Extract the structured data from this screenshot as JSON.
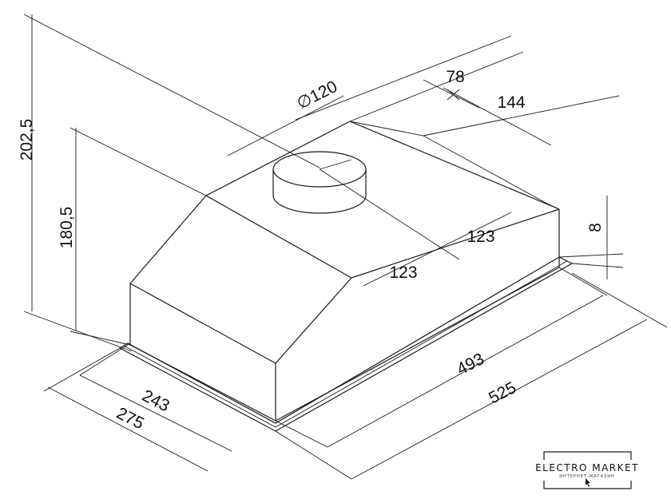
{
  "dimensions": {
    "total_height": "202,5",
    "body_height": "180,5",
    "duct_diameter": "∅120",
    "duct_offset": "78",
    "duct_to_back": "144",
    "inner_depth_a": "123",
    "inner_depth_b": "123",
    "flange_thickness": "8",
    "inner_width": "493",
    "outer_width": "525",
    "inner_depth": "243",
    "outer_depth": "275"
  },
  "logo": {
    "name": "ELECTRO MARKET",
    "subtitle": "ИНТЕРНЕТ-МАГАЗИН"
  }
}
